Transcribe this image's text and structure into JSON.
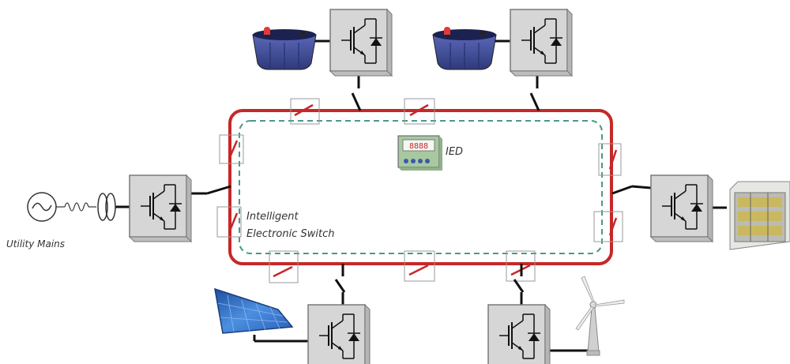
{
  "labels": {
    "utility": "Utility Mains",
    "ied": "IED",
    "switch_line1": "Intelligent",
    "switch_line2": "Electronic Switch"
  },
  "components": {
    "battery_1": "battery-icon",
    "battery_2": "battery-icon",
    "solar": "solar-panel-icon",
    "wind": "wind-turbine-icon",
    "load": "rack-load-icon",
    "utility": "ac-source-icon",
    "converter": "power-converter-icon",
    "ied": "ied-controller-icon"
  },
  "colors": {
    "ring": "#c62828",
    "dashed_bus": "#4a9a86",
    "converter_fill": "#d6d6d6",
    "converter_edge": "#7a7a7a",
    "wire": "#111111",
    "battery_body": "#4a57a8",
    "battery_terminal": "#e53935",
    "ied_fill": "#a8c9a0"
  }
}
